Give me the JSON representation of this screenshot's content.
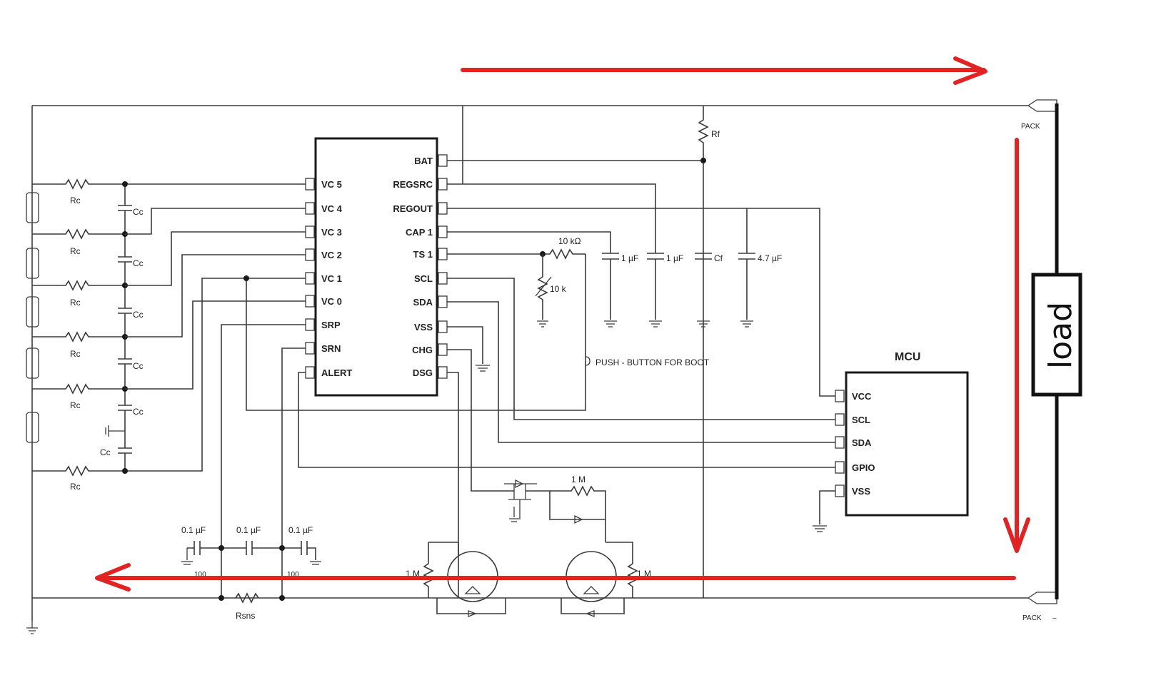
{
  "colors": {
    "arrow": "#e02424",
    "wire": "#3a3a3a",
    "ink": "#111111"
  },
  "ic": {
    "left_pins": [
      "VC 5",
      "VC 4",
      "VC 3",
      "VC 2",
      "VC 1",
      "VC 0",
      "SRP",
      "SRN",
      "ALERT"
    ],
    "right_pins": [
      "BAT",
      "REGSRC",
      "REGOUT",
      "CAP 1",
      "TS 1",
      "SCL",
      "SDA",
      "VSS",
      "CHG",
      "DSG"
    ]
  },
  "mcu": {
    "title": "MCU",
    "pins": [
      "VCC",
      "SCL",
      "SDA",
      "GPIO",
      "VSS"
    ]
  },
  "labels": {
    "rc": "Rc",
    "cc": "Cc",
    "rf": "Rf",
    "cf": "Cf",
    "r10k": "10 kΩ",
    "therm": "10 k",
    "cap1": "1 µF",
    "cap2": "1 µF",
    "cap47": "4.7 µF",
    "boot": "PUSH - BUTTON FOR BOOT",
    "r1m_top": "1 M",
    "r1m_left": "1 M",
    "r1m_right": "1 M",
    "c01a": "0.1 µF",
    "c01b": "0.1 µF",
    "c01c": "0.1 µF",
    "r100a": "100",
    "r100b": "100",
    "rsns": "Rsns",
    "pack_plus": "PACK",
    "pack_minus": "PACK",
    "minus": "–",
    "load": "load"
  }
}
